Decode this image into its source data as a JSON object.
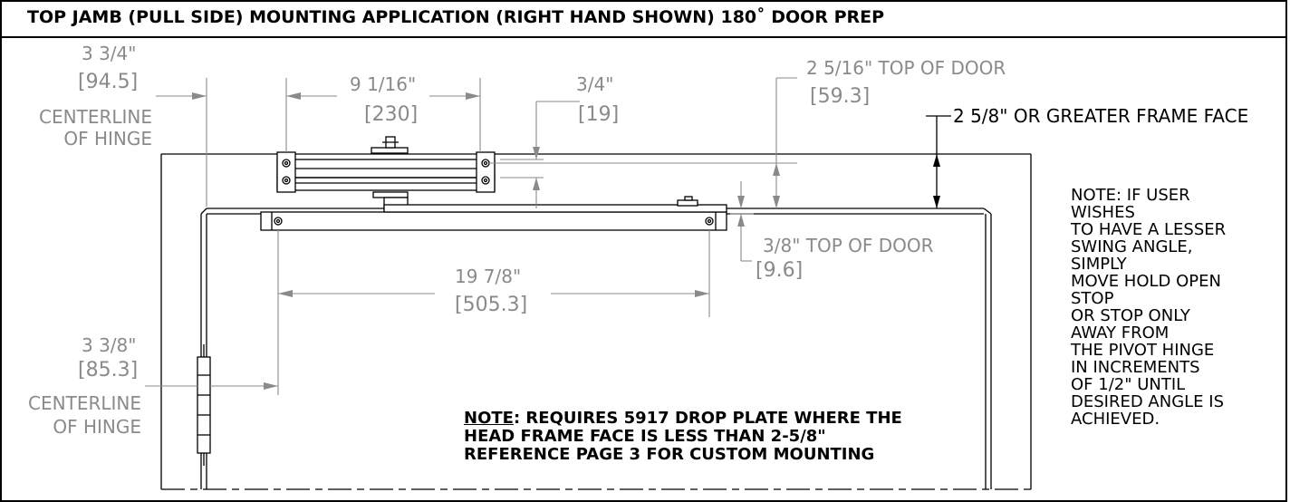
{
  "title": "TOP JAMB (PULL SIDE) MOUNTING APPLICATION (RIGHT HAND SHOWN) 180˚ DOOR PREP",
  "dimensions": {
    "hinge_top_in": "3 3/4\"",
    "hinge_top_mm": "[94.5]",
    "hinge_top_label_1": "CENTERLINE",
    "hinge_top_label_2": "OF HINGE",
    "body_length_in": "9 1/16\"",
    "body_length_mm": "[230]",
    "body_offset_in": "3/4\"",
    "body_offset_mm": "[19]",
    "top_of_door_in": "2 5/16\" TOP OF DOOR",
    "top_of_door_mm": "[59.3]",
    "frame_face": "2 5/8\" OR GREATER FRAME FACE",
    "plate_offset_in": "3/8\"  TOP OF DOOR",
    "plate_offset_mm": "[9.6]",
    "arm_span_in": "19 7/8\"",
    "arm_span_mm": "[505.3]",
    "hinge_side_in": "3 3/8\"",
    "hinge_side_mm": "[85.3]",
    "hinge_side_label_1": "CENTERLINE",
    "hinge_side_label_2": "OF HINGE"
  },
  "note_right": [
    "NOTE: IF USER",
    "WISHES",
    "TO HAVE A LESSER",
    "SWING ANGLE,",
    "SIMPLY",
    "MOVE HOLD OPEN",
    "STOP",
    "OR STOP ONLY",
    "AWAY FROM",
    "THE PIVOT HINGE",
    "IN INCREMENTS",
    "OF 1/2\" UNTIL",
    "DESIRED ANGLE IS",
    "ACHIEVED."
  ],
  "note_bottom": {
    "prefix": "NOTE",
    "line1": ": REQUIRES 5917 DROP PLATE WHERE THE",
    "line2": "HEAD FRAME FACE IS LESS THAN 2-5/8\"",
    "line3": "REFERENCE PAGE 3 FOR CUSTOM MOUNTING"
  }
}
